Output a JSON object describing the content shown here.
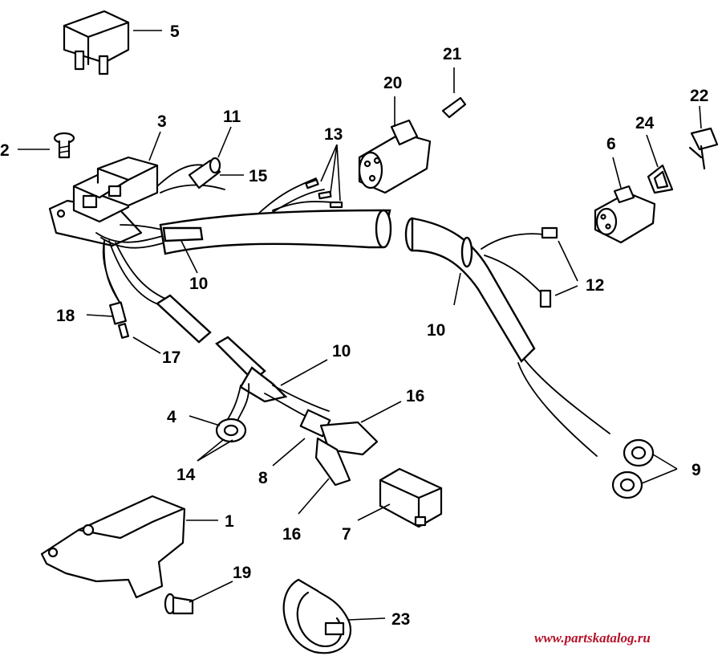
{
  "callouts": [
    "1",
    "2",
    "3",
    "4",
    "5",
    "6",
    "7",
    "8",
    "9",
    "10",
    "10",
    "10",
    "11",
    "12",
    "13",
    "14",
    "15",
    "16",
    "16",
    "17",
    "18",
    "19",
    "20",
    "21",
    "22",
    "23",
    "24"
  ],
  "watermark": "www.partskatalog.ru",
  "colors": {
    "ink": "#000000",
    "background": "#ffffff",
    "watermark": "#b5122a"
  }
}
